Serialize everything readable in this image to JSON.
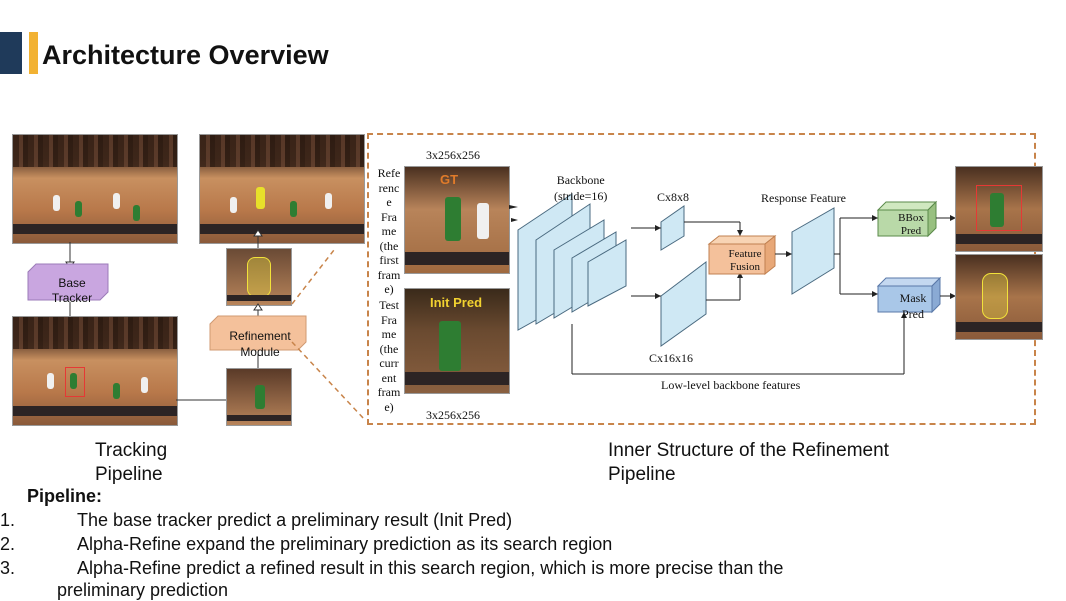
{
  "slide": {
    "title": "Architecture Overview"
  },
  "tracking_pipeline": {
    "base_tracker_label": [
      "Base",
      "Tracker"
    ],
    "refinement_module_label": [
      "Refinement",
      "Module"
    ],
    "caption": [
      "Tracking",
      "Pipeline"
    ]
  },
  "inner_structure": {
    "input_dim_top": "3x256x256",
    "input_dim_bottom": "3x256x256",
    "reference_frame_text": [
      "Refe",
      "renc",
      "e",
      "Fra",
      "me",
      "(the",
      "first",
      "fram",
      "e)"
    ],
    "test_frame_text": [
      "Test",
      "Fra",
      "me",
      "(the",
      "curr",
      "ent",
      "fram",
      "e)"
    ],
    "gt_label": "GT",
    "init_pred_label": "Init Pred",
    "backbone_label": [
      "Backbone",
      "(stride=16)"
    ],
    "dim_c8": "Cx8x8",
    "dim_c16": "Cx16x16",
    "feature_fusion_label": [
      "Feature",
      "Fusion"
    ],
    "response_feature_label": "Response Feature",
    "bbox_pred_label": [
      "BBox",
      "Pred"
    ],
    "mask_pred_label": [
      "Mask",
      "Pred"
    ],
    "low_level_label": "Low-level backbone features",
    "caption": [
      "Inner Structure of the Refinement",
      "Pipeline"
    ]
  },
  "pipeline_text": {
    "heading": "Pipeline:",
    "items": [
      {
        "num": "1.",
        "text": "The base tracker predict a preliminary result (Init Pred)"
      },
      {
        "num": "2.",
        "text": "Alpha-Refine expand the preliminary prediction as its search region"
      },
      {
        "num": "3.",
        "text": "Alpha-Refine predict a refined result in this search region, which is more precise than the"
      }
    ],
    "continuation": "preliminary prediction"
  },
  "colors": {
    "title_dark_bar": "#1f3a5a",
    "title_yellow_bar": "#f2b233",
    "base_tracker_fill": "#c9a6e0",
    "refinement_fill": "#f4c19b",
    "dashed_border": "#c8844a",
    "backbone_fill": "#cfe8f4",
    "bbox_fill": "#b9d9a8",
    "mask_fill": "#a9c7e8",
    "gt_label": "#e07b2a",
    "init_pred_label": "#f2d230"
  }
}
